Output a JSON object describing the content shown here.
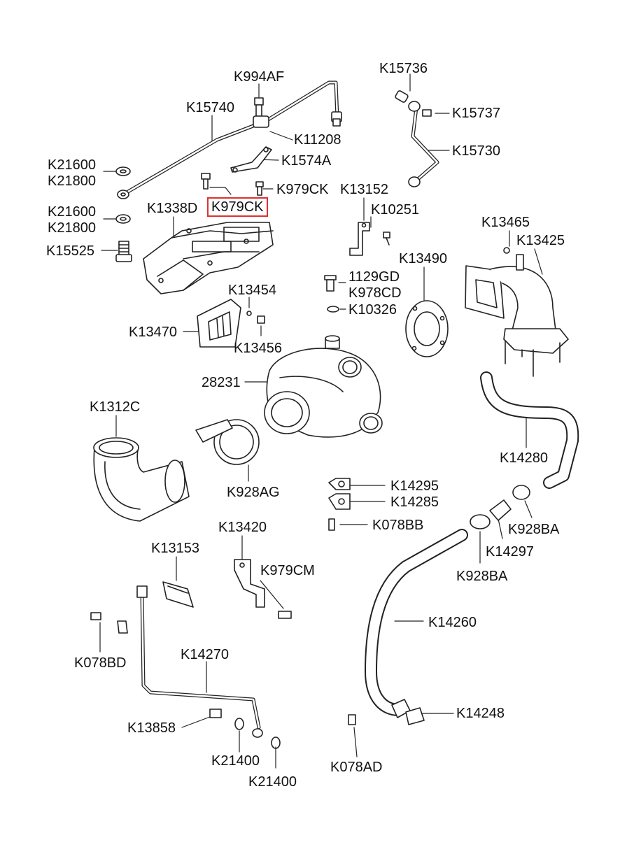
{
  "diagram": {
    "highlight_color": "#e03030",
    "line_color": "#222222",
    "labels": {
      "k994af": "K994AF",
      "k15740": "K15740",
      "k11208": "K11208",
      "k1574a": "K1574A",
      "k21600_a": "K21600",
      "k21800_a": "K21800",
      "k979ck_a": "K979CK",
      "k13152": "K13152",
      "k979ck_b": "K979CK",
      "k1338d": "K1338D",
      "k21600_b": "K21600",
      "k21800_b": "K21800",
      "k10251": "K10251",
      "k15525": "K15525",
      "k15736": "K15736",
      "k15737": "K15737",
      "k15730": "K15730",
      "k13465": "K13465",
      "k13425": "K13425",
      "k13490": "K13490",
      "g1129gd": "1129GD",
      "k978cd": "K978CD",
      "k10326": "K10326",
      "k13454": "K13454",
      "k13470": "K13470",
      "k13456": "K13456",
      "p28231": "28231",
      "k1312c": "K1312C",
      "k14280": "K14280",
      "k928ag": "K928AG",
      "k14295": "K14295",
      "k14285": "K14285",
      "k078bb": "K078BB",
      "k928ba_a": "K928BA",
      "k14297": "K14297",
      "k928ba_b": "K928BA",
      "k13420": "K13420",
      "k13153": "K13153",
      "k979cm": "K979CM",
      "k078bd": "K078BD",
      "k14260": "K14260",
      "k14270": "K14270",
      "k14248": "K14248",
      "k13858": "K13858",
      "k21400_a": "K21400",
      "k21400_b": "K21400",
      "k078ad": "K078AD"
    }
  }
}
